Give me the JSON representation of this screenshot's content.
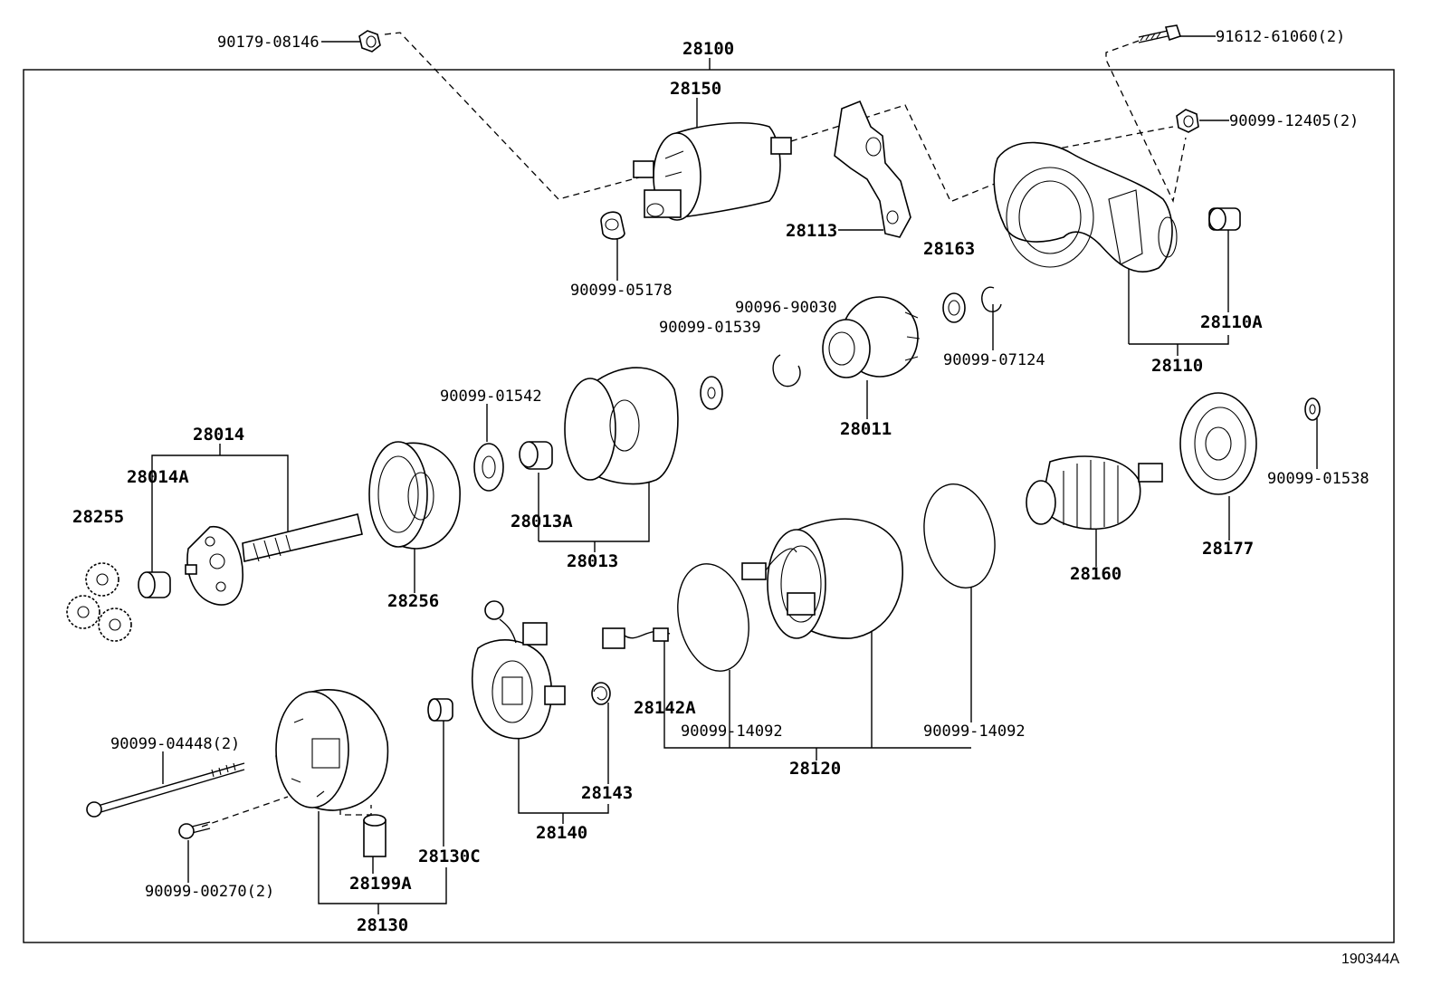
{
  "diagram": {
    "reference_code": "190344A",
    "part_labels": {
      "p90179_08146": "90179-08146",
      "p28100": "28100",
      "p91612_61060": "91612-61060(2)",
      "p28150": "28150",
      "p90099_12405": "90099-12405(2)",
      "p28113": "28113",
      "p90099_05178": "90099-05178",
      "p28163": "28163",
      "p90096_90030": "90096-90030",
      "p90099_01539": "90099-01539",
      "p28110A": "28110A",
      "p90099_07124": "90099-07124",
      "p28110": "28110",
      "p90099_01542": "90099-01542",
      "p28011": "28011",
      "p28014": "28014",
      "p28014A": "28014A",
      "p28255": "28255",
      "p28013A": "28013A",
      "p28013": "28013",
      "p90099_01538": "90099-01538",
      "p28177": "28177",
      "p28160": "28160",
      "p28256": "28256",
      "p28142A": "28142A",
      "p90099_14092_a": "90099-14092",
      "p90099_14092_b": "90099-14092",
      "p90099_04448": "90099-04448(2)",
      "p28143": "28143",
      "p28120": "28120",
      "p28140": "28140",
      "p28130C": "28130C",
      "p28199A": "28199A",
      "p90099_00270": "90099-00270(2)",
      "p28130": "28130"
    }
  }
}
